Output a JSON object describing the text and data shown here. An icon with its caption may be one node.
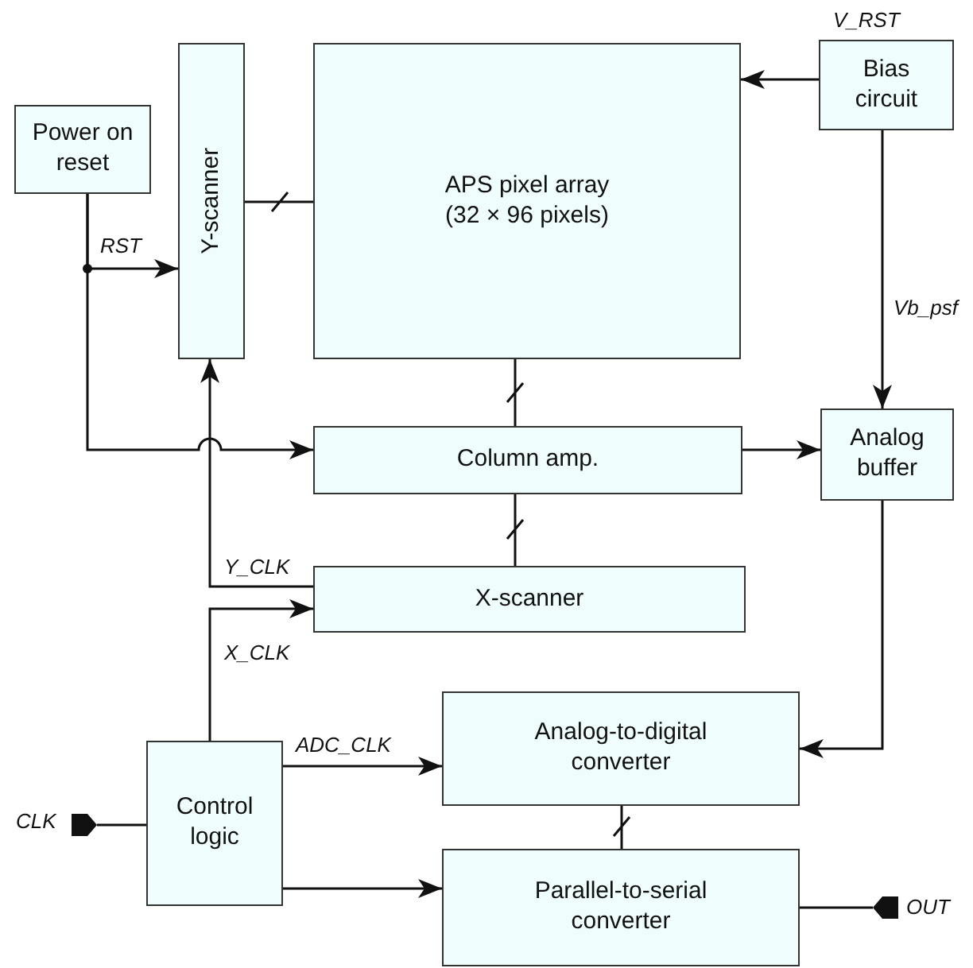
{
  "diagram": {
    "nodes": [
      {
        "text": [
          "Power on reset"
        ]
      },
      {
        "text": [
          "Y-scanner"
        ]
      },
      {
        "text": [
          "APS pixel array (32 × 96 pixels)"
        ]
      },
      {
        "text": [
          "Bias circuit"
        ]
      },
      {
        "text": [
          "Column amp."
        ]
      },
      {
        "text": [
          "Analog buffer"
        ]
      },
      {
        "text": [
          "X-scanner"
        ]
      },
      {
        "text": [
          "Analog-to-digital converter"
        ]
      },
      {
        "text": [
          "Control logic"
        ]
      },
      {
        "text": [
          "Parallel-to-serial converter"
        ]
      },
      {
        "text": [],
        "shape": "pentagon",
        "beside": [
          "CLK"
        ]
      },
      {
        "text": [],
        "shape": "pentagon",
        "beside": [
          "OUT"
        ]
      }
    ],
    "edges": [
      {
        "from": 0,
        "to": 1,
        "arrow": "to",
        "label": "RST"
      },
      {
        "from": 0,
        "to": 4,
        "arrow": "to"
      },
      {
        "from": 1,
        "to": 2,
        "arrow": "none"
      },
      {
        "from": 3,
        "to": 2,
        "arrow": "to",
        "label": "V_RST"
      },
      {
        "from": 3,
        "to": 5,
        "arrow": "to",
        "label": "Vb_psf"
      },
      {
        "from": 2,
        "to": 4,
        "arrow": "none"
      },
      {
        "from": 4,
        "to": 5,
        "arrow": "to"
      },
      {
        "from": 4,
        "to": 6,
        "arrow": "none"
      },
      {
        "from": 6,
        "to": 1,
        "arrow": "to",
        "label": "Y_CLK"
      },
      {
        "from": 8,
        "to": 6,
        "arrow": "to",
        "label": "X_CLK"
      },
      {
        "from": 8,
        "to": 7,
        "arrow": "to",
        "label": "ADC_CLK"
      },
      {
        "from": 8,
        "to": 9,
        "arrow": "to"
      },
      {
        "from": 5,
        "to": 7,
        "arrow": "to"
      },
      {
        "from": 7,
        "to": 9,
        "arrow": "none"
      },
      {
        "from": 10,
        "to": 8,
        "arrow": "none"
      },
      {
        "from": 9,
        "to": 11,
        "arrow": "none"
      }
    ]
  }
}
